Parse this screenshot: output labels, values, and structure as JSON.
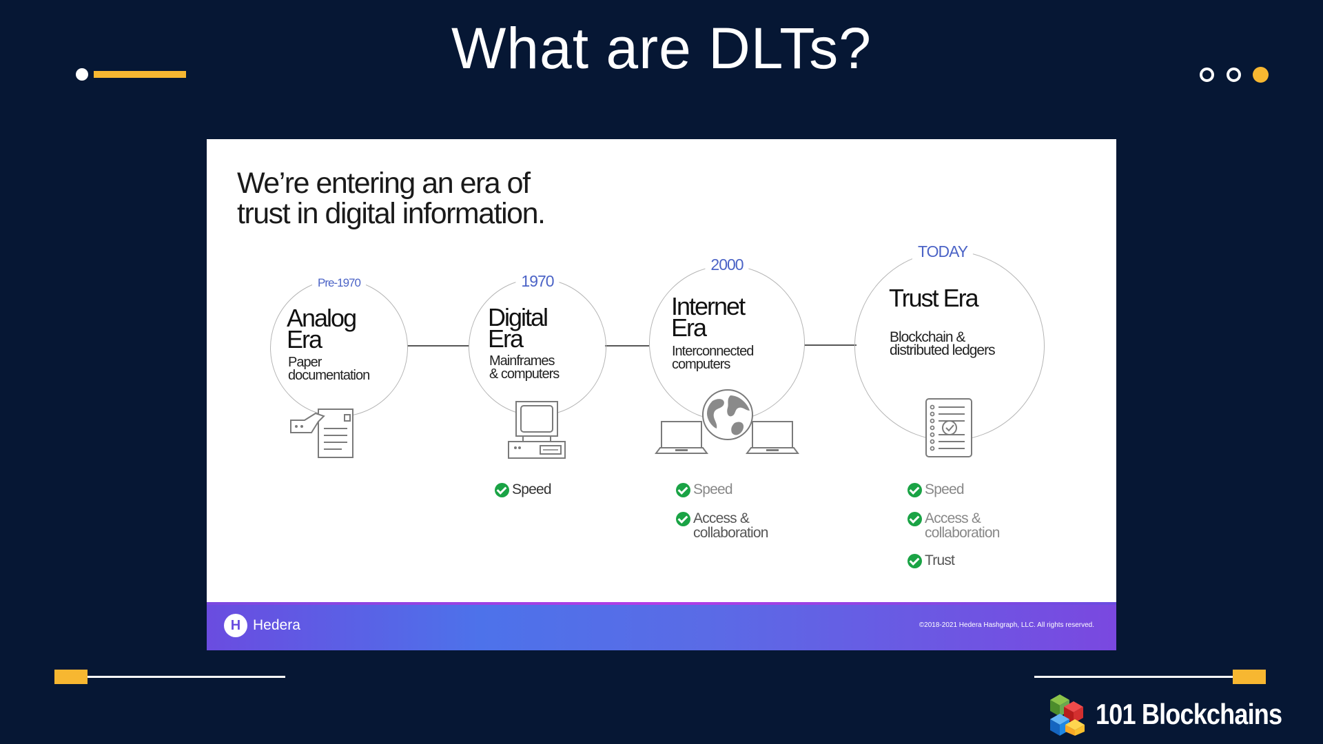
{
  "slide_title": "What are DLTs?",
  "embedded_slide": {
    "heading": "We’re entering an era of\ntrust in digital information.",
    "eras": [
      {
        "year": "Pre-1970",
        "name": "Analog\nEra",
        "description": "Paper\ndocumentation",
        "icon": "paper-document-icon",
        "benefits": []
      },
      {
        "year": "1970",
        "name": "Digital\nEra",
        "description": "Mainframes\n& computers",
        "icon": "computer-icon",
        "benefits": [
          "Speed"
        ]
      },
      {
        "year": "2000",
        "name": "Internet\nEra",
        "description": "Interconnected\ncomputers",
        "icon": "globe-laptops-icon",
        "benefits": [
          "Speed",
          "Access &\ncollaboration"
        ]
      },
      {
        "year": "TODAY",
        "name": "Trust Era",
        "description": "Blockchain &\ndistributed ledgers",
        "icon": "ledger-checklist-icon",
        "benefits": [
          "Speed",
          "Access &\ncollaboration",
          "Trust"
        ]
      }
    ],
    "footer": {
      "brand": "Hedera",
      "copyright": "©2018-2021 Hedera Hashgraph, LLC. All rights reserved."
    }
  },
  "watermark": "101 Blockchains",
  "colors": {
    "background": "#061734",
    "accent": "#f7b731",
    "year_blue": "#4b63c6",
    "check_green": "#1aa345",
    "footer_purple": "#6a4ce0"
  }
}
